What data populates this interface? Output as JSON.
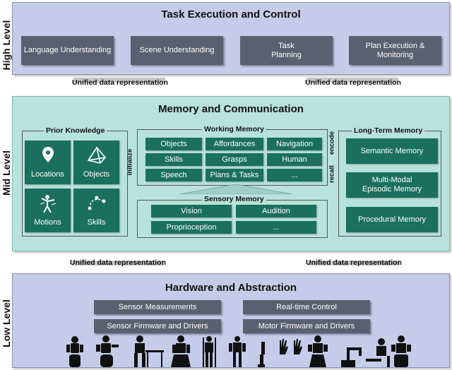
{
  "levels": {
    "high": "High Level",
    "mid": "Mid Level",
    "low": "Low Level"
  },
  "task": {
    "title": "Task Execution and Control",
    "boxes": [
      "Language Understanding",
      "Scene Understanding",
      "Task\nPlanning",
      "Plan Execution &\nMonitoring"
    ]
  },
  "unified": {
    "label": "Unified data representation"
  },
  "memory": {
    "title": "Memory and Communication",
    "prior": {
      "title": "Prior Knowledge",
      "tiles": [
        {
          "label": "Locations",
          "icon": "location-pin-icon"
        },
        {
          "label": "Objects",
          "icon": "pyramid-icon"
        },
        {
          "label": "Motions",
          "icon": "human-motion-icon"
        },
        {
          "label": "Skills",
          "icon": "skill-trajectory-icon"
        }
      ]
    },
    "arrows": {
      "initialize": "initialize",
      "encode": "encode",
      "recall": "recall"
    },
    "working": {
      "title": "Working Memory",
      "cells": [
        "Objects",
        "Affordances",
        "Navigation",
        "Skills",
        "Grasps",
        "Human",
        "Speech",
        "Plans & Tasks",
        "..."
      ]
    },
    "sensory": {
      "title": "Sensory Memory",
      "cells": [
        "Vision",
        "Audition",
        "Proprioception",
        "..."
      ]
    },
    "longterm": {
      "title": "Long-Term Memory",
      "cells": [
        "Semantic Memory",
        "Multi-Modal\nEpisodic Memory",
        "Procedural Memory"
      ]
    }
  },
  "hardware": {
    "title": "Hardware and Abstraction",
    "boxes": [
      "Sensor Measurements",
      "Real-time Control",
      "Sensor Firmware and Drivers",
      "Motor Firmware and Drivers"
    ],
    "robots_icon": "humanoid-robots-icon"
  },
  "colors": {
    "blue_panel": "#c4cce9",
    "teal_panel": "#b8e3dc",
    "gray_box": "#59606f",
    "green_box": "#1a6f5f"
  }
}
